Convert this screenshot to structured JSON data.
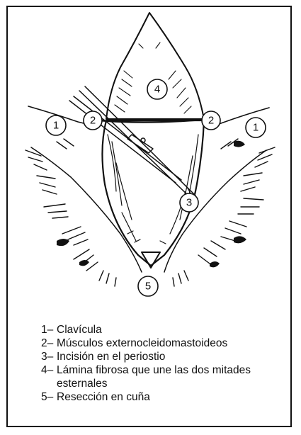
{
  "callouts": {
    "c1_left": "1",
    "c1_right": "1",
    "c2_left": "2",
    "c2_right": "2",
    "c3": "3",
    "c4": "4",
    "c5": "5"
  },
  "legend": [
    {
      "number": "1–",
      "text": "Clavícula"
    },
    {
      "number": "2–",
      "text": "Músculos externocleidomastoideos"
    },
    {
      "number": "3–",
      "text": "Incisión en el periostio"
    },
    {
      "number": "4–",
      "text": "Lámina fibrosa que une las dos mitades esternales"
    },
    {
      "number": "5–",
      "text": "Resección en cuña"
    }
  ]
}
